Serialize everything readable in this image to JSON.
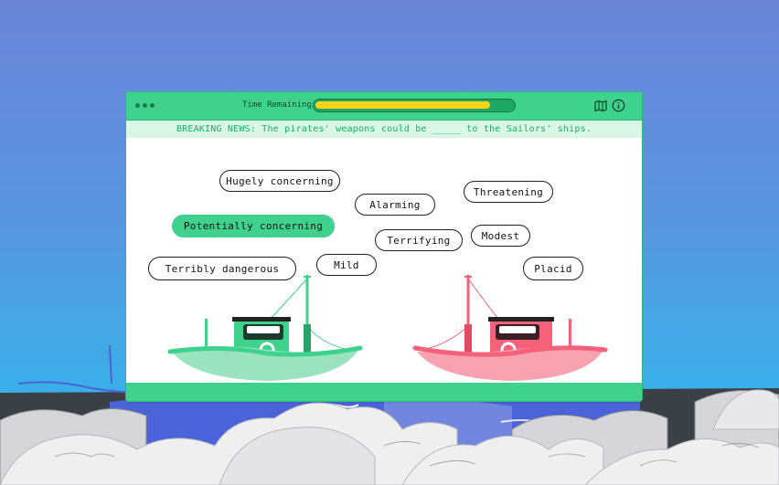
{
  "titlebar": {
    "timer_label": "Time Remaining",
    "timer_progress": 0.89
  },
  "banner": {
    "text": "BREAKING NEWS: The pirates' weapons could be _____ to the Sailors' ships."
  },
  "options": [
    {
      "label": "Hugely concerning",
      "selected": false
    },
    {
      "label": "Alarming",
      "selected": false
    },
    {
      "label": "Threatening",
      "selected": false
    },
    {
      "label": "Potentially concerning",
      "selected": true
    },
    {
      "label": "Terrifying",
      "selected": false
    },
    {
      "label": "Modest",
      "selected": false
    },
    {
      "label": "Terribly dangerous",
      "selected": false
    },
    {
      "label": "Mild",
      "selected": false
    },
    {
      "label": "Placid",
      "selected": false
    }
  ],
  "icons": {
    "map": "map-icon",
    "info": "info-icon",
    "menu": "dots-icon"
  },
  "colors": {
    "accent": "#3ed28e",
    "timer": "#ffd21a",
    "sailor_boat": "#3ed28e",
    "pirate_boat": "#f4627a"
  }
}
